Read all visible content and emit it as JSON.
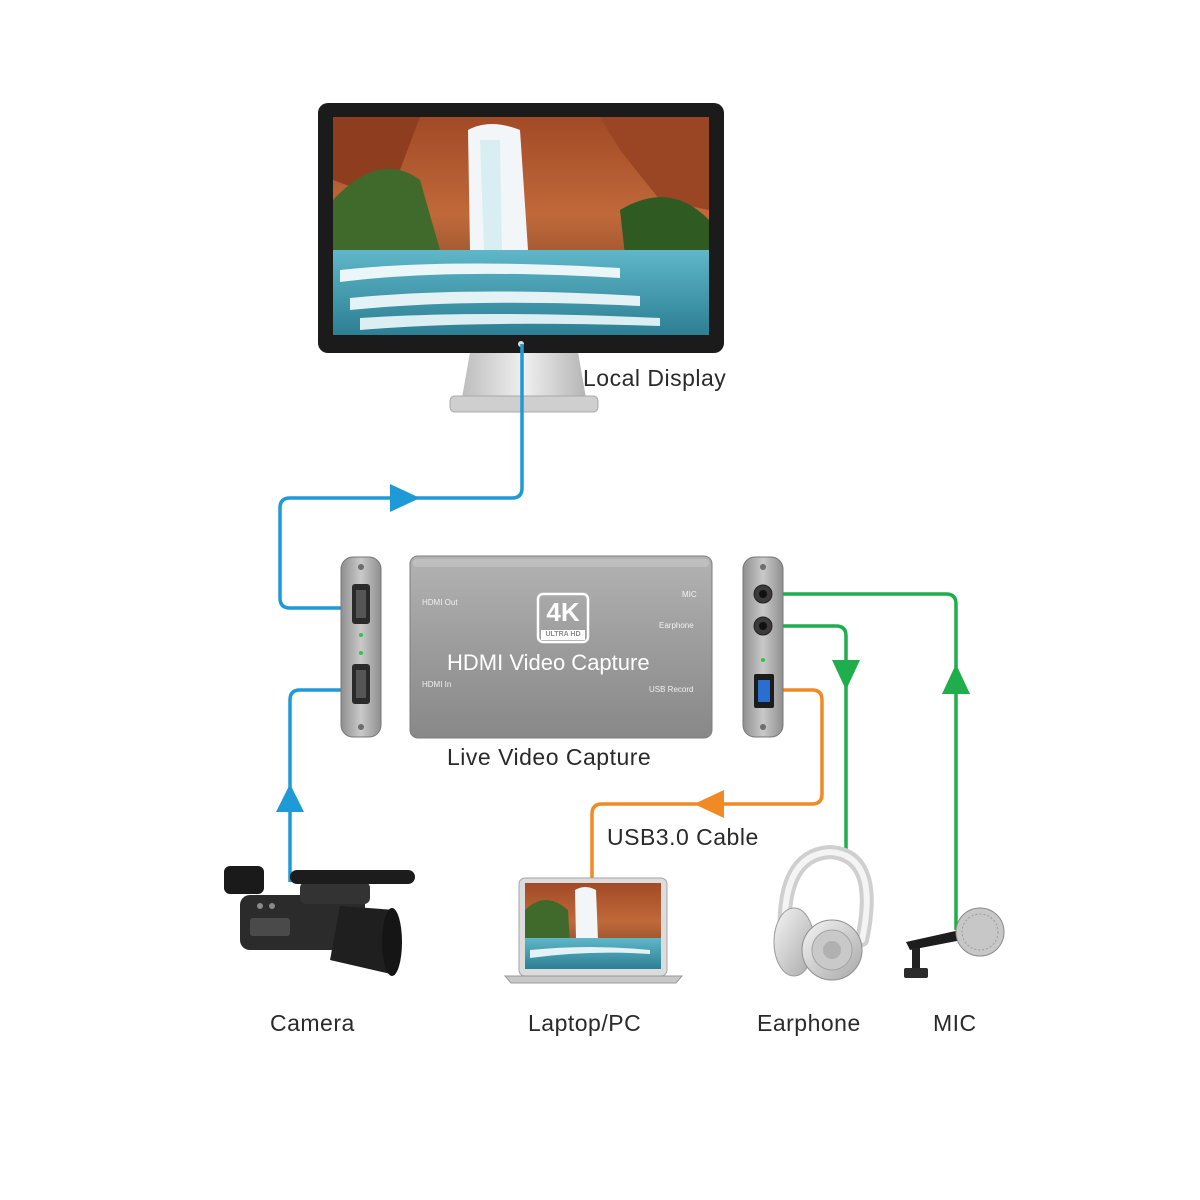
{
  "labels": {
    "local_display": "Local Display",
    "live_video_capture": "Live Video Capture",
    "usb_cable": "USB3.0 Cable",
    "camera": "Camera",
    "laptop": "Laptop/PC",
    "earphone": "Earphone",
    "mic": "MIC"
  },
  "device": {
    "title": "HDMI Video Capture",
    "badge_main": "4K",
    "badge_sub": "ULTRA HD",
    "port_hdmi_out": "HDMI Out",
    "port_hdmi_in": "HDMI In",
    "port_mic": "MIC",
    "port_earphone": "Earphone",
    "port_usb": "USB Record"
  },
  "colors": {
    "hdmi_line": "#1e9ad6",
    "usb_line": "#f08a24",
    "audio_line": "#1fae4b",
    "device_body": "#9a9a9a",
    "text": "#2a2a2a"
  }
}
